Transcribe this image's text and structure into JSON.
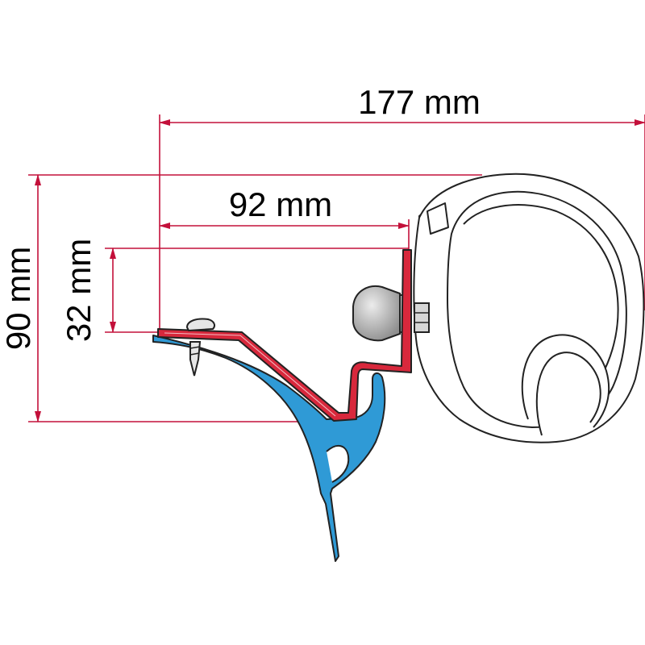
{
  "dimensions": {
    "overall_width": "177 mm",
    "bracket_width": "92 mm",
    "bracket_height": "32 mm",
    "overall_height": "90 mm"
  },
  "colors": {
    "dimension_line": "#c3103a",
    "adapter_red": "#d8283c",
    "rail_blue": "#2f9ad6",
    "outline": "#222222",
    "bolt_gray": "#bdbdbd"
  }
}
